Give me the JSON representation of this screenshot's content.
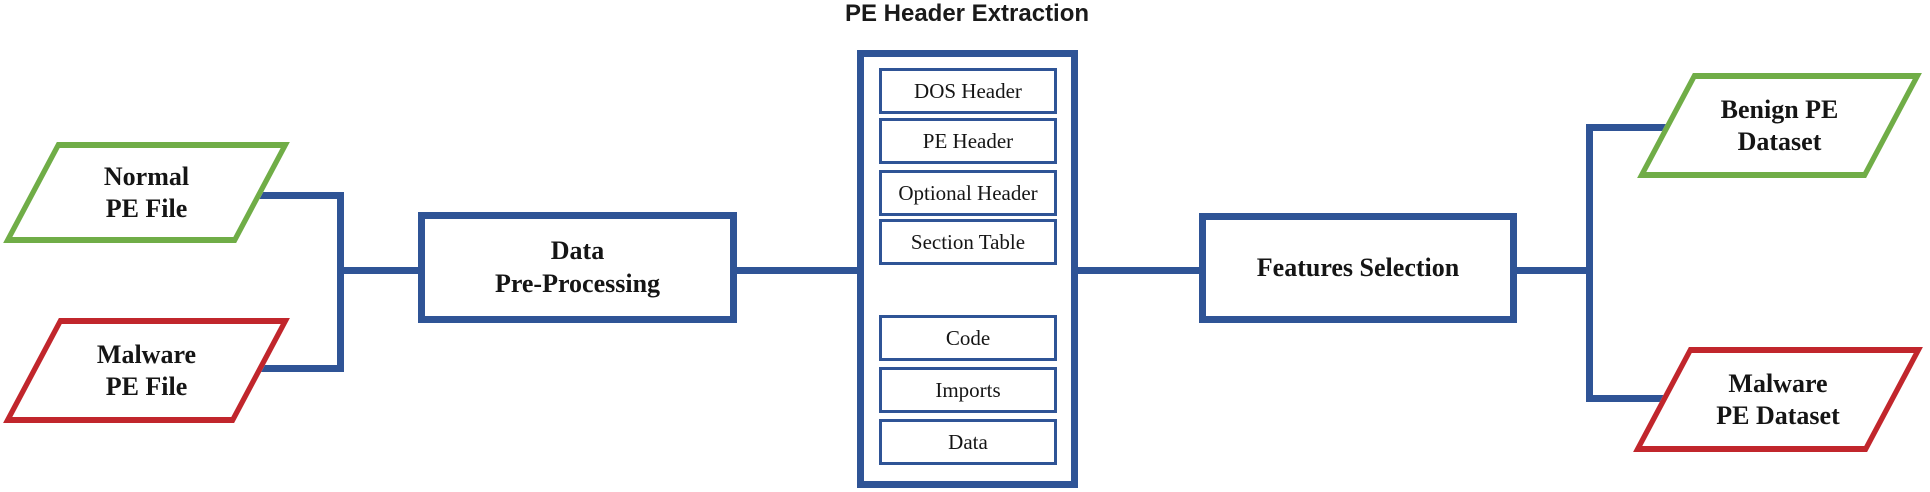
{
  "colors": {
    "connector_blue": "#2F5496",
    "benign_green": "#70AD47",
    "malware_red": "#C1262C",
    "text_black": "#151515"
  },
  "inputs": {
    "normal_pe_file": {
      "line1": "Normal",
      "line2": "PE File"
    },
    "malware_pe_file": {
      "line1": "Malware",
      "line2": "PE File"
    }
  },
  "process": {
    "data_preprocessing": {
      "line1": "Data",
      "line2": "Pre-Processing"
    },
    "features_selection": {
      "label": "Features Selection"
    }
  },
  "pe_header_extraction": {
    "title": "PE Header Extraction",
    "header_sections": [
      "DOS Header",
      "PE Header",
      "Optional Header",
      "Section Table"
    ],
    "body_sections": [
      "Code",
      "Imports",
      "Data"
    ]
  },
  "outputs": {
    "benign_pe_dataset": {
      "line1": "Benign PE",
      "line2": "Dataset"
    },
    "malware_pe_dataset": {
      "line1": "Malware",
      "line2": "PE Dataset"
    }
  }
}
